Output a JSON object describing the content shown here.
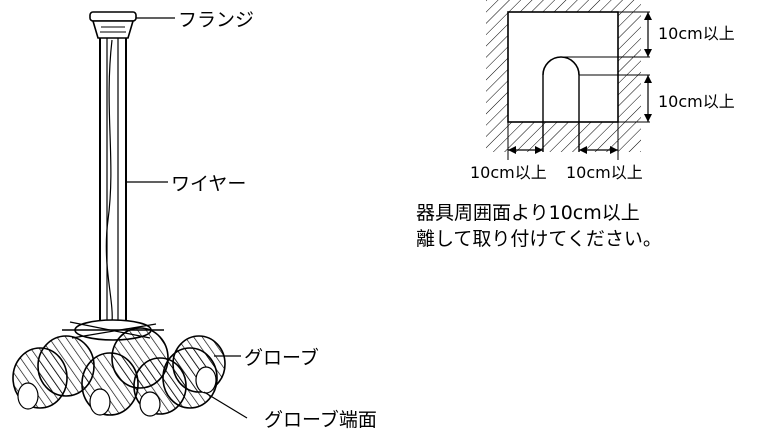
{
  "labels": {
    "flange": "フランジ",
    "wire": "ワイヤー",
    "globe": "グローブ",
    "globe_edge": "グローブ端面"
  },
  "clearance": {
    "top": "10cm以上",
    "right": "10cm以上",
    "bottom_left": "10cm以上",
    "bottom_right": "10cm以上"
  },
  "note": {
    "line1": "器具周囲面より10cm以上",
    "line2": "離して取り付けてください。"
  }
}
